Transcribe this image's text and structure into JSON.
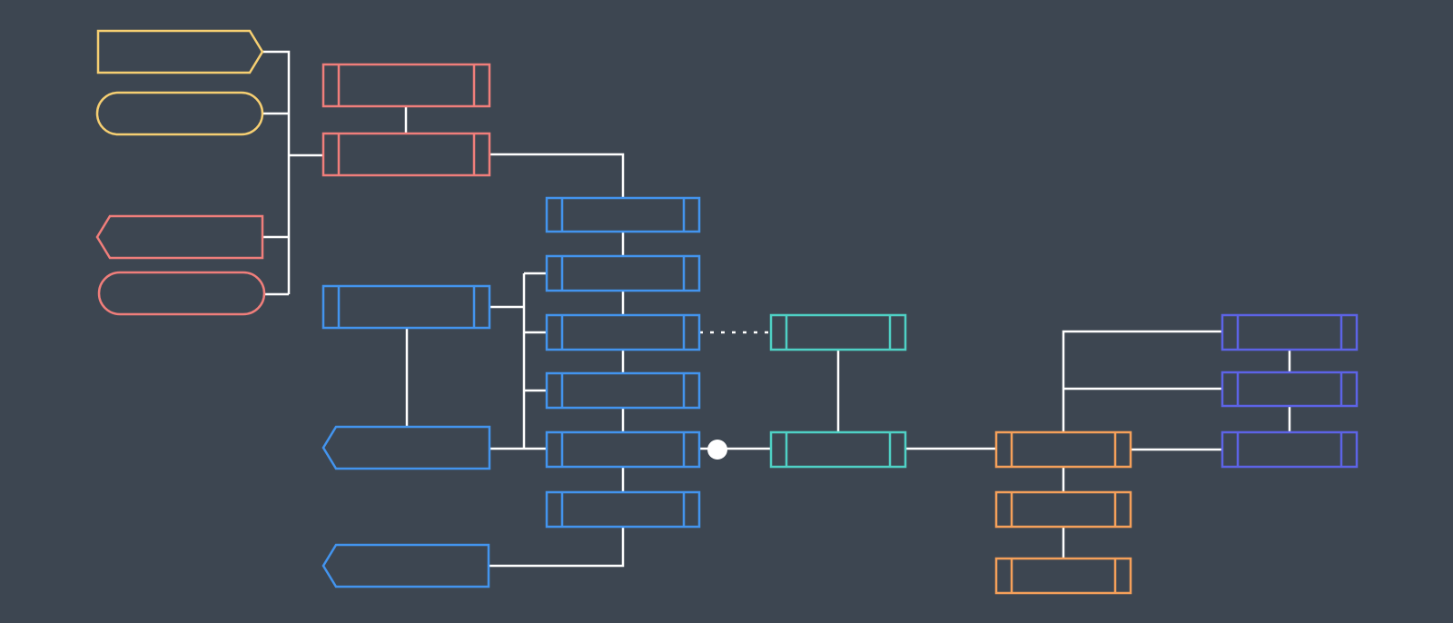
{
  "canvas": {
    "background": "#3d4651"
  },
  "palette": {
    "yellow": "#f6cf72",
    "red": "#f07e7b",
    "blue": "#4394ee",
    "teal": "#4fd1c5",
    "orange": "#f5a05a",
    "indigo": "#5d63e6",
    "connector": "#ffffff"
  },
  "diagram": {
    "kind": "flowchart",
    "labels_visible": false,
    "groups": [
      {
        "name": "yellow",
        "color_key": "yellow",
        "node_count": 2,
        "shapes": [
          "pentagon-right",
          "stadium"
        ]
      },
      {
        "name": "red",
        "color_key": "red",
        "node_count": 4,
        "shapes": [
          "process",
          "process",
          "pentagon-left",
          "stadium"
        ]
      },
      {
        "name": "blue",
        "color_key": "blue",
        "node_count": 9,
        "shapes": [
          "process",
          "pentagon-left",
          "pentagon-left",
          "process",
          "process",
          "process",
          "process",
          "process",
          "process"
        ]
      },
      {
        "name": "teal",
        "color_key": "teal",
        "node_count": 2,
        "shapes": [
          "process",
          "process"
        ]
      },
      {
        "name": "orange",
        "color_key": "orange",
        "node_count": 3,
        "shapes": [
          "process",
          "process",
          "process"
        ]
      },
      {
        "name": "indigo",
        "color_key": "indigo",
        "node_count": 3,
        "shapes": [
          "process",
          "process",
          "process"
        ]
      }
    ],
    "connector_styles": [
      "solid",
      "dotted"
    ],
    "junction_markers": 1
  }
}
